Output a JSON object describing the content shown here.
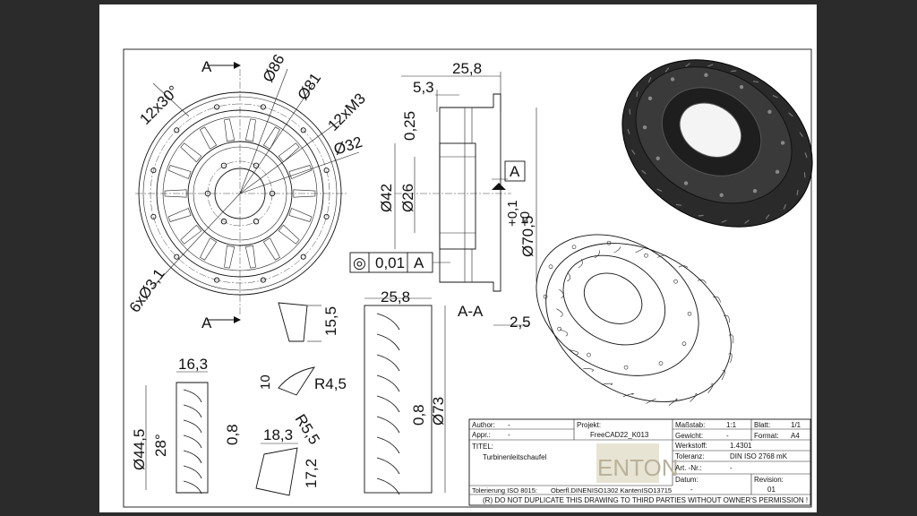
{
  "front_view": {
    "section_mark": "A",
    "dims": {
      "d86": "Ø86",
      "d81": "Ø81",
      "m3": "12xM3",
      "d32": "Ø32",
      "chamfer": "12x30°",
      "holes": "6xØ3,1"
    }
  },
  "section_view": {
    "w258": "25,8",
    "w53": "5,3",
    "t025": "0,25",
    "d42": "Ø42",
    "d26": "Ø26",
    "d705": "Ø70,5",
    "tol_plus": "+0,1",
    "tol_zero": "+0",
    "datum": "A",
    "fcf_symbol": "◎",
    "fcf_value": "0,01",
    "fcf_datum": "A",
    "label": "A-A",
    "w25": "2,5"
  },
  "detail_views": {
    "blade_small_h": "15,5",
    "blade_w": "16,3",
    "blade_d": "Ø44,5",
    "blade_angle": "28°",
    "blade_t": "0,8",
    "blade_10": "10",
    "r45": "R4,5",
    "r55": "R5,5",
    "sec_w": "18,3",
    "sec_h": "17,2",
    "unroll_w": "25,8",
    "unroll_t": "0,8",
    "unroll_d": "Ø73"
  },
  "title_block": {
    "author_label": "Author:",
    "author_value": "-",
    "appr_label": "Appr.:",
    "appr_value": "-",
    "projekt_label": "Projekt:",
    "projekt_value": "FreeCAD22_K013",
    "massstab_label": "Maßstab:",
    "massstab_value": "1:1",
    "blatt_label": "Blatt:",
    "blatt_value": "1/1",
    "gewicht_label": "Gewicht:",
    "gewicht_value": "-",
    "format_label": "Format:",
    "format_value": "A4",
    "titel_label": "TITEL:",
    "titel_value": "Turbinenleitschaufel",
    "werkstoff_label": "Werkstoff:",
    "werkstoff_value": "1.4301",
    "toleranz_label": "Toleranz:",
    "toleranz_value": "DIN ISO 2768 mK",
    "artnr_label": "Art. -Nr.:",
    "artnr_value": "-",
    "datum_label": "Datum:",
    "datum_value": "-",
    "revision_label": "Revision:",
    "revision_value": "01",
    "tolerierung": "Tolerierung ISO 8015:",
    "oberfl": "Oberfl.DINENISO1302 KantenISO13715",
    "logo": "ENTON",
    "notice": "(R) DO NOT DUPLICATE THIS DRAWING TO THIRD PARTIES WITHOUT OWNER'S PERMISSION !"
  }
}
